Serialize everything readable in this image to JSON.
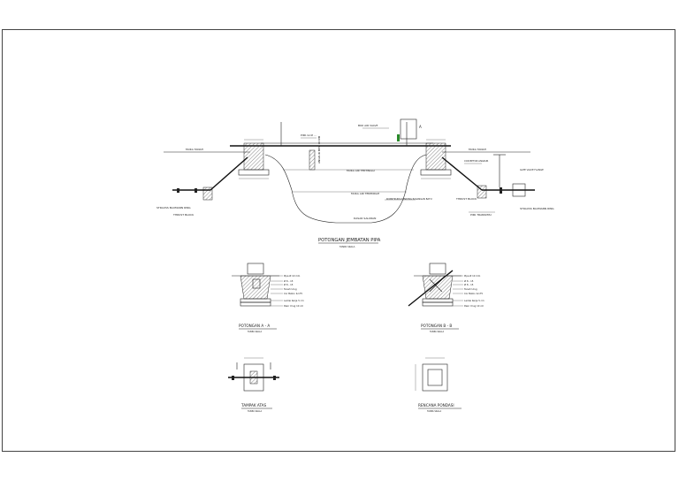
{
  "main_section": {
    "title": "POTONGAN JEMBATAN PIPA",
    "scale": "TANPA SKALA",
    "labels": {
      "muka_tanah_left": "MUKA TANAH",
      "muka_tanah_right": "MUKA TANAH",
      "pipa_gi": "PIPA GI Ø ...",
      "box_air_valve": "BOX AIR VALVE",
      "section_marker": "A",
      "vertical_label": "ANGKUR BESI 10 MM",
      "muka_air_tertinggi": "MUKA AIR TERTINGGI",
      "muka_air_terendah": "MUKA AIR TERENDAH",
      "dasar_saluran": "DASAR SALURAN",
      "konstruksi": "KONSTRUKSI DINDING PASANGAN BATU",
      "strauss_left": "STRAUSS BAUMANN RING",
      "thrust_block_left": "THRUST BLOCK",
      "cor_beton": "COR BETON ANGKUR",
      "gate_valve": "GATE VALVE FLANGE",
      "thrust_block_right": "THRUST BLOCK",
      "pipa_transmisi": "PIPA TRANSMISI",
      "strauss_right": "STRAUSS BAUMANN RING"
    }
  },
  "section_a": {
    "title": "POTONGAN A - A",
    "scale": "TANPA SKALA",
    "labels": [
      "Pipa Ø 10 mm",
      "Ø 8 - 15",
      "Ø 8 - 15",
      "Tanah Urug",
      "Cor Beton K-175",
      "Lantai Kerja 5 cm",
      "Pasir Urug 10 cm"
    ]
  },
  "section_b": {
    "title": "POTONGAN B - B",
    "scale": "TANPA SKALA",
    "labels": [
      "Pipa Ø 10 mm",
      "Ø 8 - 15",
      "Ø 8 - 15",
      "Tanah Urug",
      "Cor Beton K-175",
      "Lantai Kerja 5 cm",
      "Pasir Urug 10 cm"
    ]
  },
  "top_view": {
    "title": "TAMPAK ATAS",
    "scale": "TANPA SKALA"
  },
  "foundation_plan": {
    "title": "RENCANA PONDASI",
    "scale": "TANPA SKALA"
  }
}
